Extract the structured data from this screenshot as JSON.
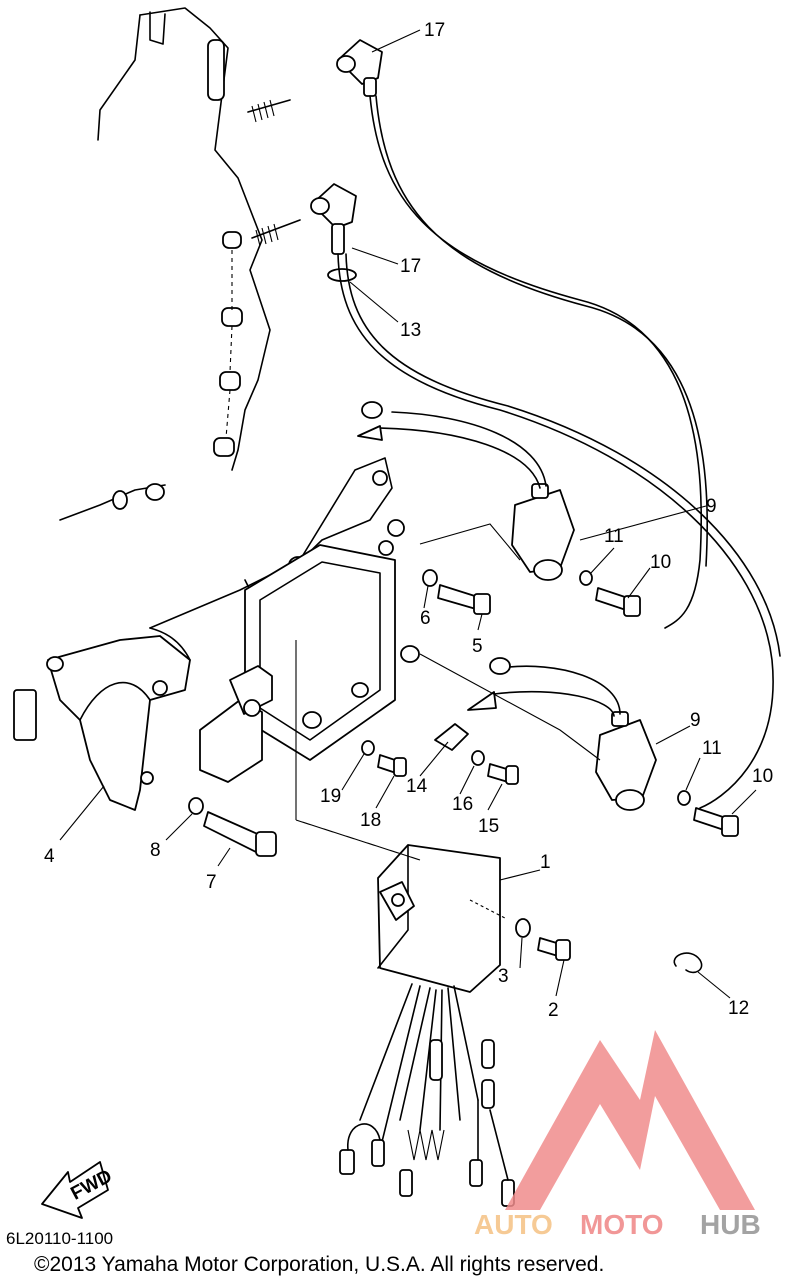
{
  "diagram": {
    "callouts": [
      "1",
      "2",
      "3",
      "4",
      "5",
      "6",
      "7",
      "8",
      "9",
      "9",
      "10",
      "10",
      "11",
      "11",
      "12",
      "13",
      "14",
      "15",
      "16",
      "17",
      "17",
      "18",
      "19"
    ],
    "direction_tag": "FWD",
    "part_code": "6L20110-1100",
    "copyright": "©2013 Yamaha Motor Corporation, U.S.A. All rights reserved."
  },
  "watermark": {
    "word_a": "AUTO",
    "word_b": "MOTO",
    "word_c": "HUB",
    "colors": {
      "logo": "#f08c8c",
      "auto": "#f6c58a",
      "moto": "#f08c8c",
      "hub": "#9a9a9a"
    }
  }
}
